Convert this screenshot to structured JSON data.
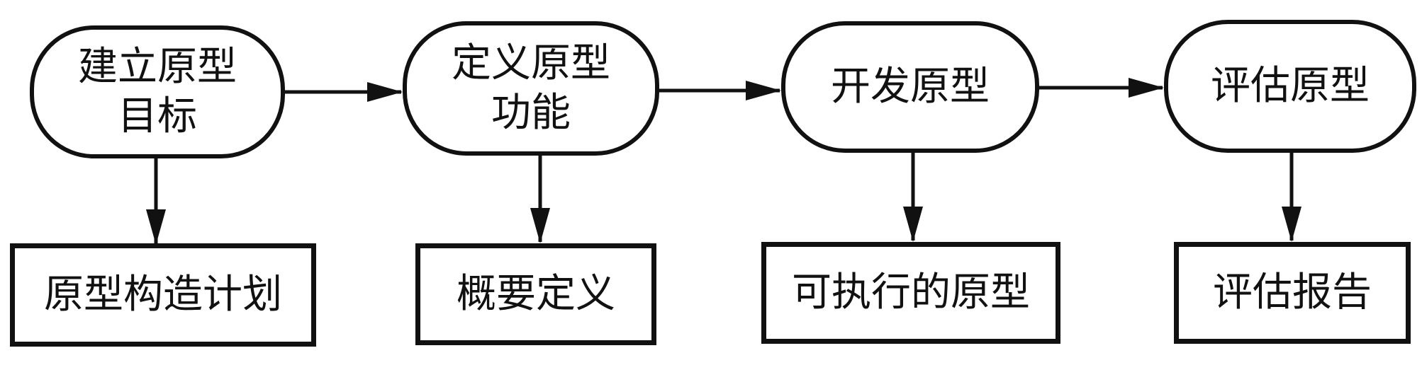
{
  "colors": {
    "stroke": "#111111",
    "background": "#ffffff"
  },
  "steps": [
    {
      "line1": "建立原型",
      "line2": "目标"
    },
    {
      "line1": "定义原型",
      "line2": "功能"
    },
    {
      "line1": "开发原型",
      "line2": ""
    },
    {
      "line1": "评估原型",
      "line2": ""
    }
  ],
  "outputs": [
    {
      "label": "原型构造计划"
    },
    {
      "label": "概要定义"
    },
    {
      "label": "可执行的原型"
    },
    {
      "label": "评估报告"
    }
  ]
}
